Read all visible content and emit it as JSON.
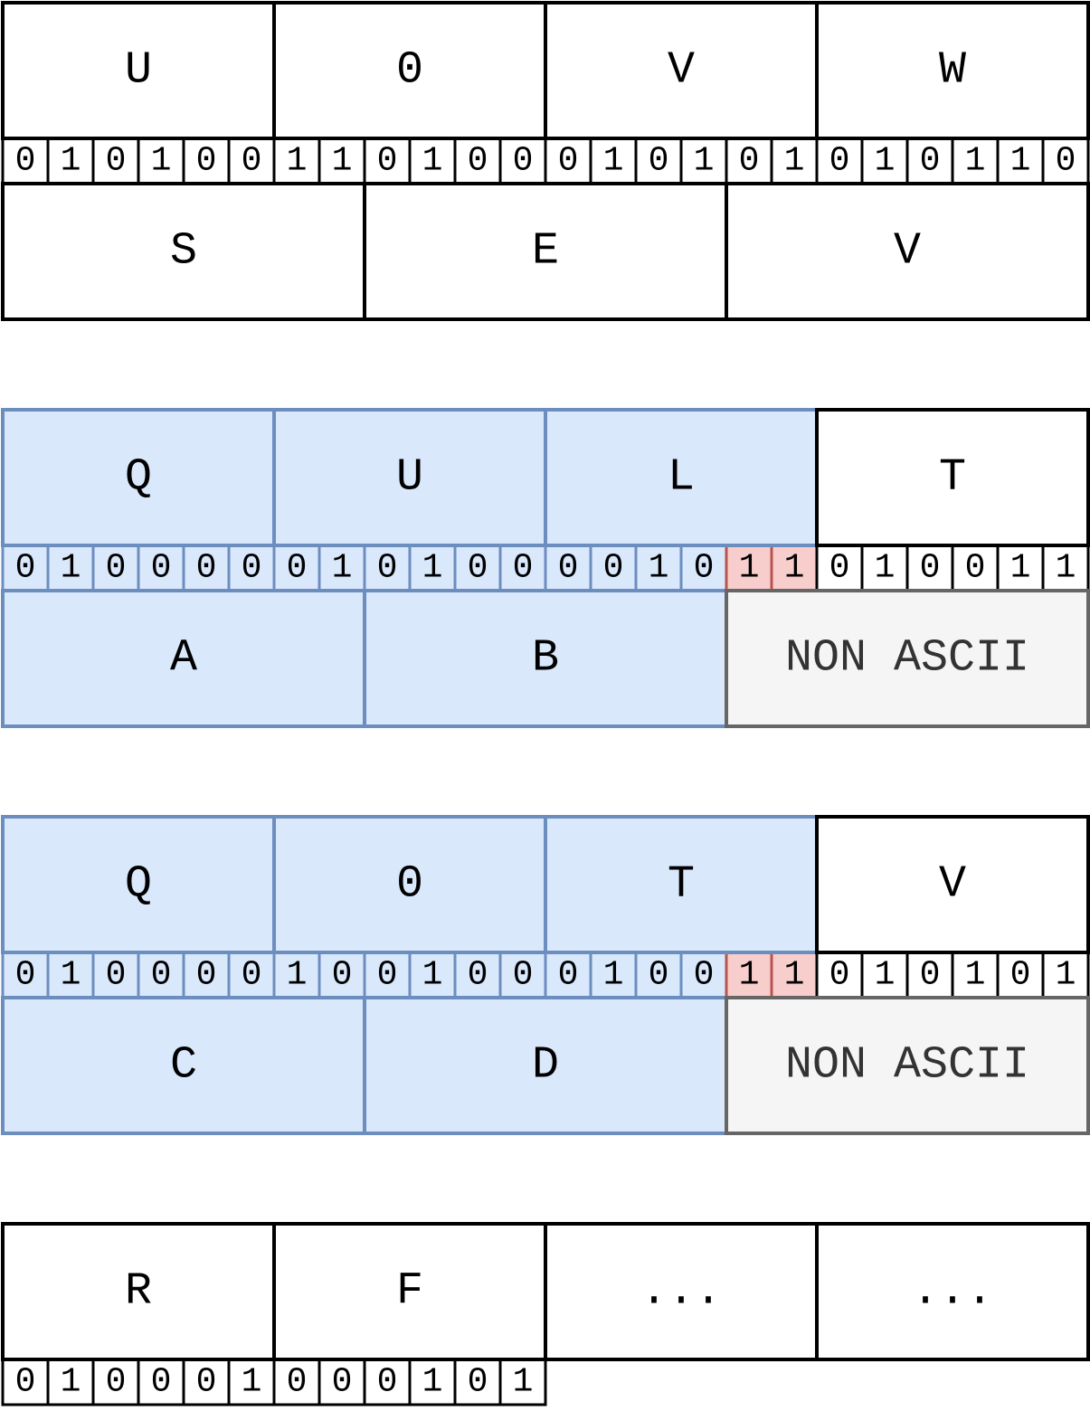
{
  "colors": {
    "black": "#000000",
    "blue_fill": "#dae8fc",
    "blue_stroke": "#6c8ebf",
    "red_fill": "#f8cecc",
    "red_stroke": "#b85450",
    "gray_fill": "#f5f5f5",
    "gray_stroke": "#666666",
    "gray_text": "#333333"
  },
  "blocks": [
    {
      "id": "block-1",
      "chars6": [
        "U",
        "0",
        "V",
        "W"
      ],
      "chars6_blue": [
        false,
        false,
        false,
        false
      ],
      "bits": [
        "0",
        "1",
        "0",
        "1",
        "0",
        "0",
        "1",
        "1",
        "0",
        "1",
        "0",
        "0",
        "0",
        "1",
        "0",
        "1",
        "0",
        "1",
        "0",
        "1",
        "0",
        "1",
        "1",
        "0"
      ],
      "bits_style": [
        "n",
        "n",
        "n",
        "n",
        "n",
        "n",
        "n",
        "n",
        "n",
        "n",
        "n",
        "n",
        "n",
        "n",
        "n",
        "n",
        "n",
        "n",
        "n",
        "n",
        "n",
        "n",
        "n",
        "n"
      ],
      "bytes": [
        {
          "text": "S",
          "style": "n"
        },
        {
          "text": "E",
          "style": "n"
        },
        {
          "text": "V",
          "style": "n"
        }
      ]
    },
    {
      "id": "block-2",
      "chars6": [
        "Q",
        "U",
        "L",
        "T"
      ],
      "chars6_blue": [
        true,
        true,
        true,
        false
      ],
      "bits": [
        "0",
        "1",
        "0",
        "0",
        "0",
        "0",
        "0",
        "1",
        "0",
        "1",
        "0",
        "0",
        "0",
        "0",
        "1",
        "0",
        "1",
        "1",
        "0",
        "1",
        "0",
        "0",
        "1",
        "1"
      ],
      "bits_style": [
        "b",
        "b",
        "b",
        "b",
        "b",
        "b",
        "b",
        "b",
        "b",
        "b",
        "b",
        "b",
        "b",
        "b",
        "b",
        "b",
        "r",
        "r",
        "n",
        "n",
        "n",
        "n",
        "n",
        "n"
      ],
      "bytes": [
        {
          "text": "A",
          "style": "b"
        },
        {
          "text": "B",
          "style": "b"
        },
        {
          "text": "NON ASCII",
          "style": "g"
        }
      ]
    },
    {
      "id": "block-3",
      "chars6": [
        "Q",
        "0",
        "T",
        "V"
      ],
      "chars6_blue": [
        true,
        true,
        true,
        false
      ],
      "bits": [
        "0",
        "1",
        "0",
        "0",
        "0",
        "0",
        "1",
        "0",
        "0",
        "1",
        "0",
        "0",
        "0",
        "1",
        "0",
        "0",
        "1",
        "1",
        "0",
        "1",
        "0",
        "1",
        "0",
        "1"
      ],
      "bits_style": [
        "b",
        "b",
        "b",
        "b",
        "b",
        "b",
        "b",
        "b",
        "b",
        "b",
        "b",
        "b",
        "b",
        "b",
        "b",
        "b",
        "r",
        "r",
        "n",
        "n",
        "n",
        "n",
        "n",
        "n"
      ],
      "bytes": [
        {
          "text": "C",
          "style": "b"
        },
        {
          "text": "D",
          "style": "b"
        },
        {
          "text": "NON ASCII",
          "style": "g"
        }
      ]
    },
    {
      "id": "block-4",
      "chars6": [
        "R",
        "F",
        "...",
        "..."
      ],
      "chars6_blue": [
        false,
        false,
        false,
        false
      ],
      "bits": [
        "0",
        "1",
        "0",
        "0",
        "0",
        "1",
        "0",
        "0",
        "0",
        "1",
        "0",
        "1"
      ],
      "bits_style": [
        "n",
        "n",
        "n",
        "n",
        "n",
        "n",
        "n",
        "n",
        "n",
        "n",
        "n",
        "n"
      ],
      "bytes": []
    }
  ]
}
